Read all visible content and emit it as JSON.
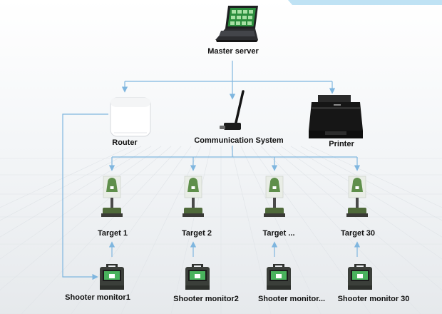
{
  "nodes": {
    "master_server": "Master server",
    "router": "Router",
    "communication_system": "Communication System",
    "printer": "Printer",
    "targets": [
      "Target 1",
      "Target 2",
      "Target ...",
      "Target 30"
    ],
    "monitors": [
      "Shooter monitor1",
      "Shooter monitor2",
      "Shooter monitor...",
      "Shooter monitor 30"
    ]
  },
  "colors": {
    "connector": "#7fb6df",
    "background": "#f1f3f5",
    "target_paper": "#e9ede6",
    "target_green": "#4f7d3e",
    "case": "#3b3f3a"
  }
}
